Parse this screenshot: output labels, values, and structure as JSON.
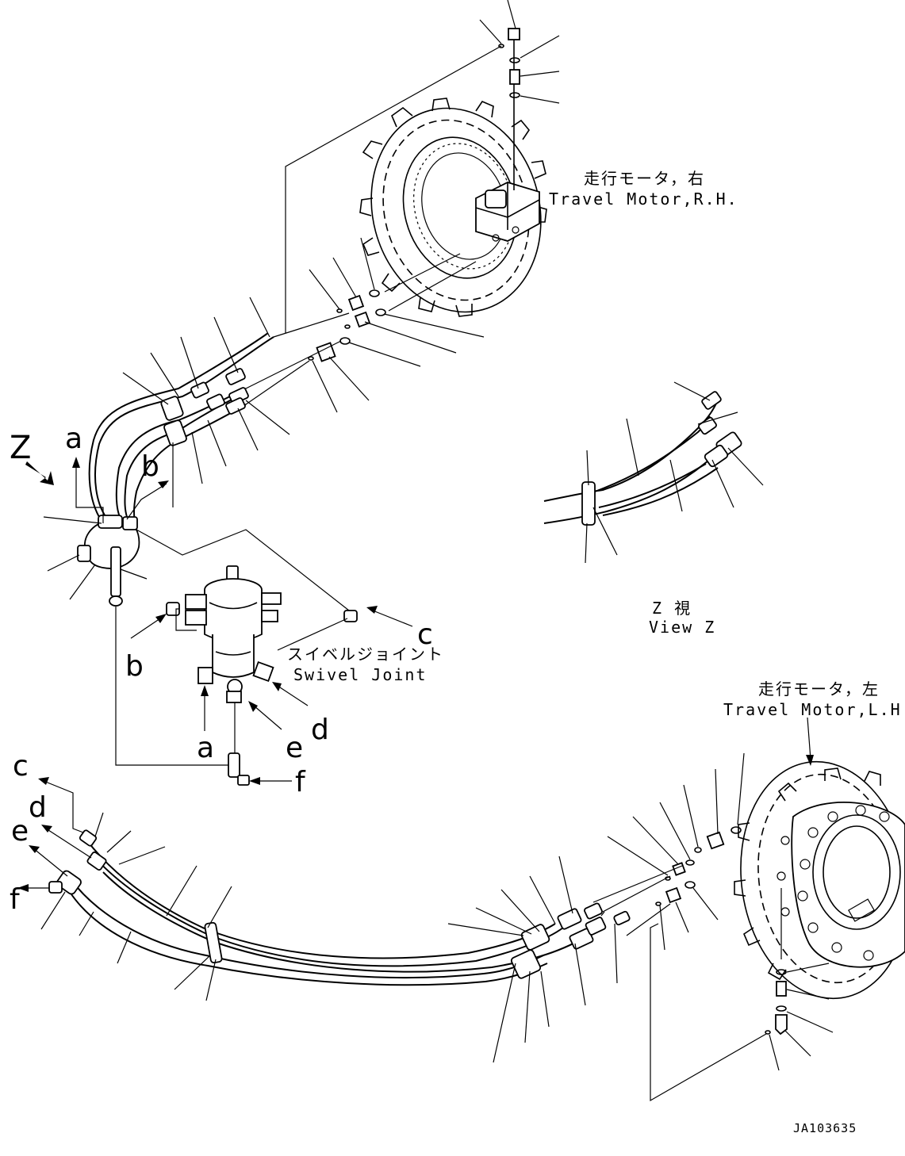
{
  "labels": {
    "travel_motor_rh_jp": "走行モータ，右",
    "travel_motor_rh_en": "Travel Motor,R.H.",
    "travel_motor_lh_jp": "走行モータ，左",
    "travel_motor_lh_en": "Travel Motor,L.H.",
    "swivel_joint_jp": "スイベルジョイント",
    "swivel_joint_en": "Swivel Joint",
    "view_z_jp": "Z  視",
    "view_z_en": "View Z",
    "view_arrow": "Z",
    "drawing_code": "JA103635"
  },
  "connection_letters": {
    "a_top": "a",
    "b_top": "b",
    "b_mid": "b",
    "c_mid": "c",
    "a_mid": "a",
    "e_mid": "e",
    "d_mid": "d",
    "f_mid": "f",
    "c_low": "c",
    "d_low": "d",
    "e_low": "e",
    "f_low": "f"
  }
}
